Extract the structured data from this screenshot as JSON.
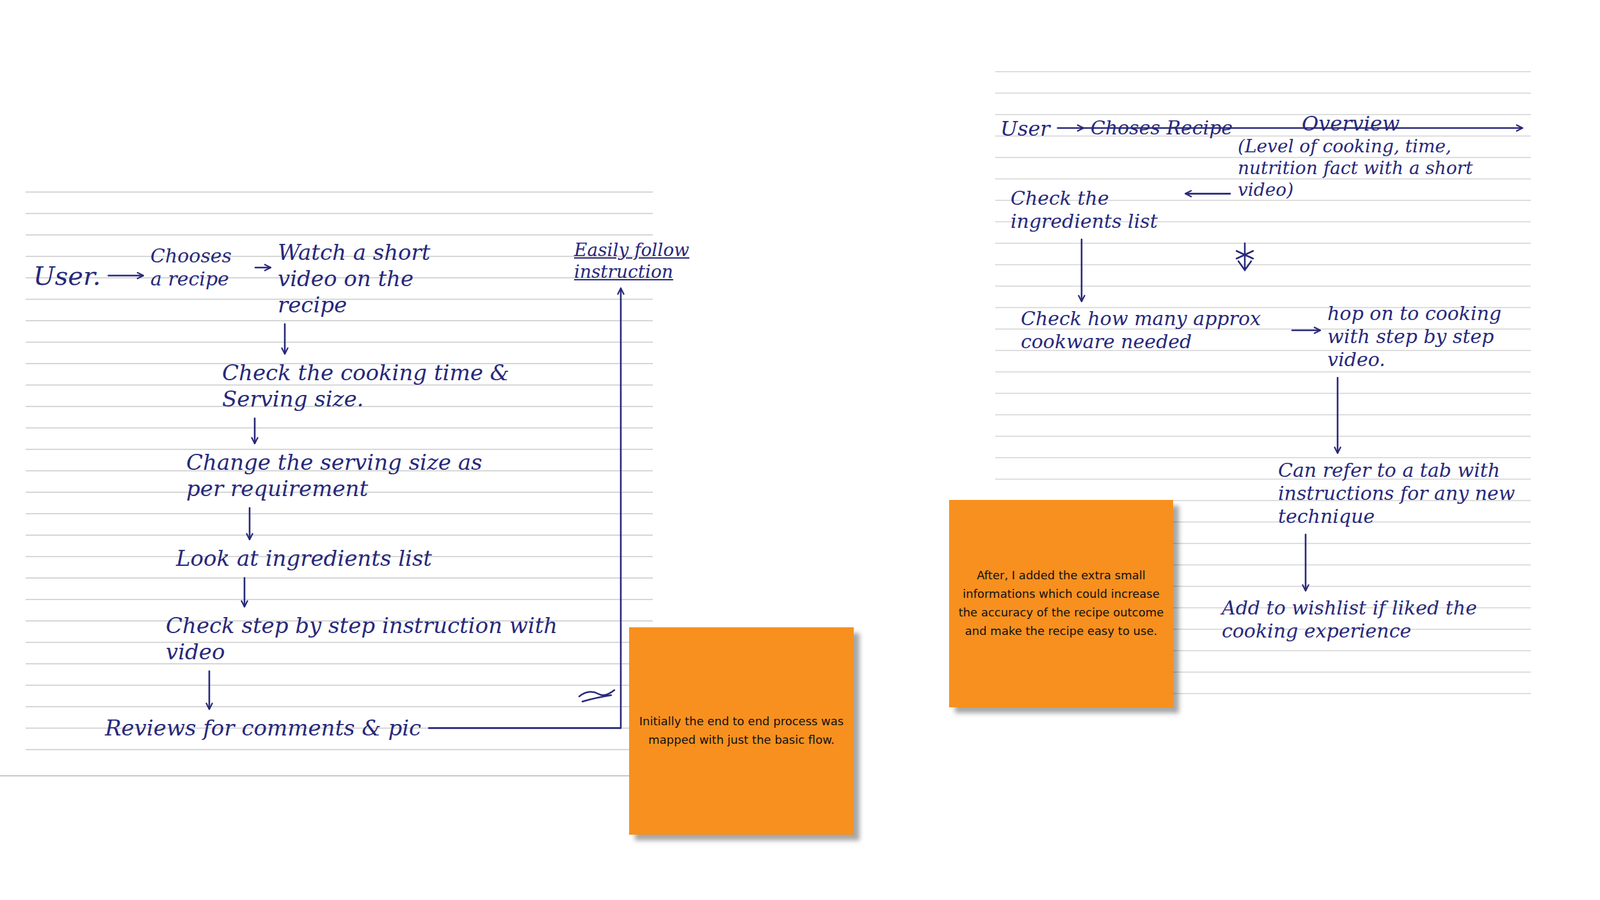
{
  "diagram": {
    "nodes": [
      {
        "text": [
          "User."
        ]
      },
      {
        "text": [
          "Chooses a recipe"
        ]
      },
      {
        "text": [
          "Watch a short video on the recipe"
        ]
      },
      {
        "text": [
          "Check the cooking time & Serving size."
        ]
      },
      {
        "text": [
          "Change the serving size as per requirement"
        ]
      },
      {
        "text": [
          "Look at ingredients list"
        ]
      },
      {
        "text": [
          "Check step by step instruction with video"
        ]
      },
      {
        "text": [
          "Reviews for comments & pic"
        ]
      },
      {
        "text": [
          "Easily follow instruction"
        ]
      },
      {
        "text": [
          "User"
        ]
      },
      {
        "text": [
          "Choses Recipe"
        ]
      },
      {
        "text": [
          "Overview",
          "(Level of cooking, time, nutrition fact with a short video)"
        ]
      },
      {
        "text": [
          "Check the ingredients list"
        ]
      },
      {
        "text": [
          "Check how many approx cookware needed"
        ]
      },
      {
        "text": [
          "hop on to cooking with step by step video."
        ]
      },
      {
        "text": [
          "Can refer to a tab with instructions for any new technique"
        ]
      },
      {
        "text": [
          "Add to wishlist if liked the cooking experience"
        ]
      },
      {
        "text": [
          "Initially the end to end process was mapped with just the basic flow."
        ]
      },
      {
        "text": [
          "After, I added the extra small informations which could increase the accuracy of the recipe outcome and make the recipe easy to use."
        ]
      }
    ],
    "edges": [
      {
        "from": 0,
        "to": 1,
        "arrow": "to"
      },
      {
        "from": 1,
        "to": 2,
        "arrow": "to"
      },
      {
        "from": 2,
        "to": 3,
        "arrow": "to"
      },
      {
        "from": 3,
        "to": 4,
        "arrow": "to"
      },
      {
        "from": 4,
        "to": 5,
        "arrow": "to"
      },
      {
        "from": 5,
        "to": 6,
        "arrow": "to"
      },
      {
        "from": 6,
        "to": 7,
        "arrow": "to"
      },
      {
        "from": 7,
        "to": 8,
        "arrow": "to"
      },
      {
        "from": 9,
        "to": 10,
        "arrow": "to"
      },
      {
        "from": 10,
        "to": 11,
        "arrow": "to"
      },
      {
        "from": 11,
        "to": 12,
        "arrow": "to"
      },
      {
        "from": 12,
        "to": 13,
        "arrow": "to"
      },
      {
        "from": 13,
        "to": 14,
        "arrow": "to"
      },
      {
        "from": 14,
        "to": 15,
        "arrow": "to"
      },
      {
        "from": 15,
        "to": 16,
        "arrow": "to"
      }
    ]
  }
}
